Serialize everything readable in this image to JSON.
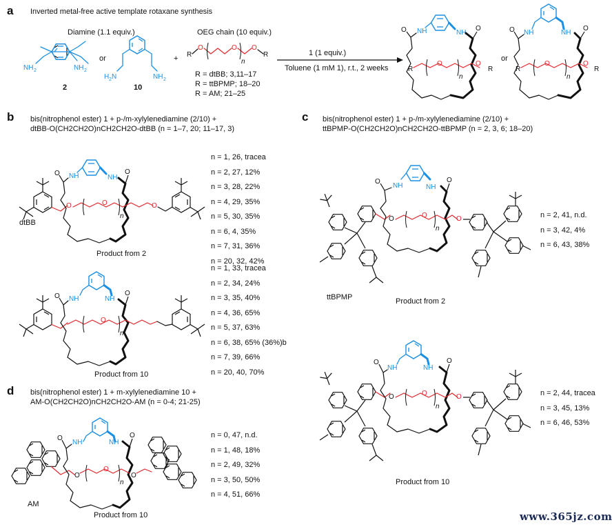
{
  "panels": {
    "a": "a",
    "b": "b",
    "c": "c",
    "d": "d"
  },
  "panel_a": {
    "title": "Inverted metal-free active template rotaxane synthesis",
    "diamine_label": "Diamine (1.1 equiv.)",
    "oeg_label": "OEG chain (10 equiv.)",
    "or1": "or",
    "or2": "or",
    "plus": "+",
    "cmpd2": "2",
    "cmpd10": "10",
    "r_defs": [
      "R = dtBB; 3,11–17",
      "R = ttBPMP; 18–20",
      "R = AM; 21–25"
    ],
    "arrow_top": "1 (1 equiv.)",
    "arrow_bottom": "Toluene (1 mM 1), r.t., 2 weeks"
  },
  "panel_b": {
    "header_line1": "bis(nitrophenol ester) 1 + p-/m-xylylenediamine (2/10) +",
    "header_line2": "dtBB-O(CH2CH2O)nCH2CH2O-dtBB (n = 1–7, 20; 11–17, 3)",
    "dtbb_label": "dtBB",
    "caption_top": "Product from 2",
    "caption_bottom": "Product from 10",
    "yields_from_2": [
      "n = 1, 26, tracea",
      "n = 2, 27, 12%",
      "n = 3, 28, 22%",
      "n = 4, 29, 35%",
      "n = 5, 30, 35%",
      "n = 6, 4, 35%",
      "n = 7, 31, 36%",
      "n = 20, 32, 42%"
    ],
    "yields_from_10": [
      "n = 1, 33, tracea",
      "n = 2, 34, 24%",
      "n = 3, 35, 40%",
      "n = 4, 36, 65%",
      "n = 5, 37, 63%",
      "n = 6, 38, 65% (36%)b",
      "n = 7, 39, 66%",
      "n = 20, 40, 70%"
    ]
  },
  "panel_c": {
    "header_line1": "bis(nitrophenol ester) 1 + p-/m-xylylenediamine (2/10) +",
    "header_line2": "ttBPMP-O(CH2CH2O)nCH2CH2O-ttBPMP (n = 2, 3, 6; 18–20)",
    "ttbpmp_label": "ttBPMP",
    "caption_top": "Product from 2",
    "caption_bottom": "Product from 10",
    "yields_from_2": [
      "n = 2, 41, n.d.",
      "n = 3, 42, 4%",
      "n = 6, 43, 38%"
    ],
    "yields_from_10": [
      "n = 2, 44, tracea",
      "n = 3, 45, 13%",
      "n = 6, 46, 53%"
    ]
  },
  "panel_d": {
    "header_line1": "bis(nitrophenol ester) 1 + m-xylylenediamine 10 +",
    "header_line2": "AM-O(CH2CH2O)nCH2CH2O-AM (n = 0-4; 21-25)",
    "am_label": "AM",
    "caption": "Product from 10",
    "yields": [
      "n = 0, 47, n.d.",
      "n = 1, 48, 18%",
      "n = 2, 49, 32%",
      "n = 3, 50, 50%",
      "n = 4, 51, 66%"
    ]
  },
  "atoms": {
    "nh2": "NH2",
    "h2n": "H2N",
    "nh": "NH",
    "o": "O",
    "r": "R",
    "n": "n"
  },
  "watermark": "www.365jz.com",
  "colors": {
    "diamine_blue": "#1a8fe3",
    "oeg_red": "#e3262b",
    "axle_black": "#111111"
  }
}
